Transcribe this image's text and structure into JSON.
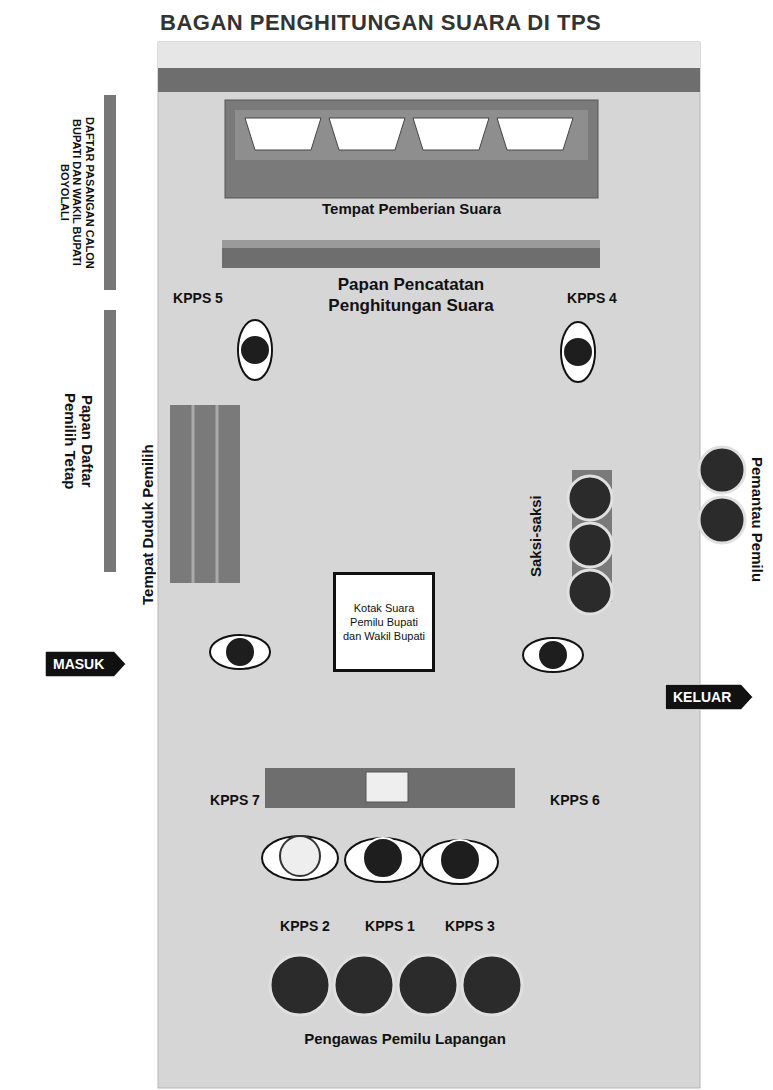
{
  "diagram": {
    "title": "BAGAN PENGHITUNGAN SUARA DI TPS",
    "nodes": [
      {
        "text": [
          "Tempat Pemberian Suara"
        ]
      },
      {
        "text": [
          "Papan Pencatatan Penghitungan Suara"
        ]
      },
      {
        "text": [
          "DAFTAR PASANGAN CALON BUPATI DAN WAKIL BUPATI BOYOLALI"
        ]
      },
      {
        "text": [
          "Papan Daftar Pemilih Tetap"
        ]
      },
      {
        "text": [
          "MASUK"
        ]
      },
      {
        "text": [
          "Kotak Suara Pemilu Bupati dan Wakil Bupati"
        ]
      },
      {
        "text": [
          "KELUAR"
        ]
      }
    ],
    "labels": [
      "KPPS 5",
      "KPPS 4",
      "Tempat Duduk Pemilih",
      "Saksi-saksi",
      "Pemantau Pemilu",
      "KPPS 7",
      "KPPS 6",
      "KPPS 2",
      "KPPS 1",
      "KPPS 3",
      "Pengawas Pemilu Lapangan"
    ]
  }
}
